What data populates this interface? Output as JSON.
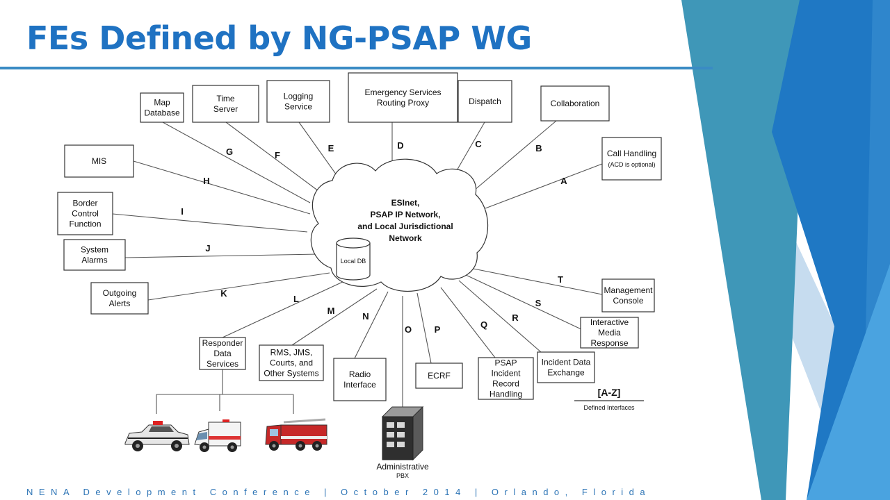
{
  "slide": {
    "title": "FEs Defined by NG-PSAP WG",
    "footer": "NENA Development Conference | October 2014 | Orlando, Florida",
    "colors": {
      "title": "#1f72c2",
      "rule": "#3a8bc4",
      "footer": "#2e75b6",
      "accent_dark": "#1f78c4",
      "accent_mid": "#3a8fd0",
      "accent_light": "#c6dcef"
    }
  },
  "diagram": {
    "cloud": {
      "lines": [
        "ESInet,",
        "PSAP IP Network,",
        "and Local Jurisdictional",
        "Network"
      ]
    },
    "local_db": "Local DB",
    "legend": {
      "title": "[A-Z]",
      "caption": "Defined Interfaces"
    },
    "pbx": {
      "title": "Administrative",
      "subtitle": "PBX"
    },
    "blocks": [
      {
        "id": "map-database",
        "lines": [
          "Map",
          "Database"
        ],
        "interface": "G"
      },
      {
        "id": "time-server",
        "lines": [
          "Time",
          "Server"
        ],
        "interface": "F"
      },
      {
        "id": "logging-service",
        "lines": [
          "Logging",
          "Service"
        ],
        "interface": "E"
      },
      {
        "id": "esrp",
        "lines": [
          "Emergency Services",
          "Routing Proxy"
        ],
        "interface": "D"
      },
      {
        "id": "dispatch",
        "lines": [
          "Dispatch"
        ],
        "interface": "C"
      },
      {
        "id": "collaboration",
        "lines": [
          "Collaboration"
        ],
        "interface": "B"
      },
      {
        "id": "call-handling",
        "lines": [
          "Call Handling",
          "(ACD is optional)"
        ],
        "interface": "A"
      },
      {
        "id": "mis",
        "lines": [
          "MIS"
        ],
        "interface": "H"
      },
      {
        "id": "border-control",
        "lines": [
          "Border",
          "Control",
          "Function"
        ],
        "interface": "I"
      },
      {
        "id": "system-alarms",
        "lines": [
          "System",
          "Alarms"
        ],
        "interface": "J"
      },
      {
        "id": "outgoing-alerts",
        "lines": [
          "Outgoing",
          "Alerts"
        ],
        "interface": "K"
      },
      {
        "id": "responder-data",
        "lines": [
          "Responder",
          "Data",
          "Services"
        ],
        "interface": "L"
      },
      {
        "id": "rms-jms",
        "lines": [
          "RMS, JMS,",
          "Courts, and",
          "Other Systems"
        ],
        "interface": "M"
      },
      {
        "id": "radio-interface",
        "lines": [
          "Radio",
          "Interface"
        ],
        "interface": "N"
      },
      {
        "id": "administrative-pbx",
        "lines": [],
        "interface": "O"
      },
      {
        "id": "ecrf",
        "lines": [
          "ECRF"
        ],
        "interface": "P"
      },
      {
        "id": "psap-incident",
        "lines": [
          "PSAP",
          "Incident",
          "Record",
          "Handling"
        ],
        "interface": "Q"
      },
      {
        "id": "incident-data-exchange",
        "lines": [
          "Incident Data",
          "Exchange"
        ],
        "interface": "R"
      },
      {
        "id": "interactive-media",
        "lines": [
          "Interactive",
          "Media",
          "Response"
        ],
        "interface": "S"
      },
      {
        "id": "management-console",
        "lines": [
          "Management",
          "Console"
        ],
        "interface": "T"
      }
    ]
  }
}
